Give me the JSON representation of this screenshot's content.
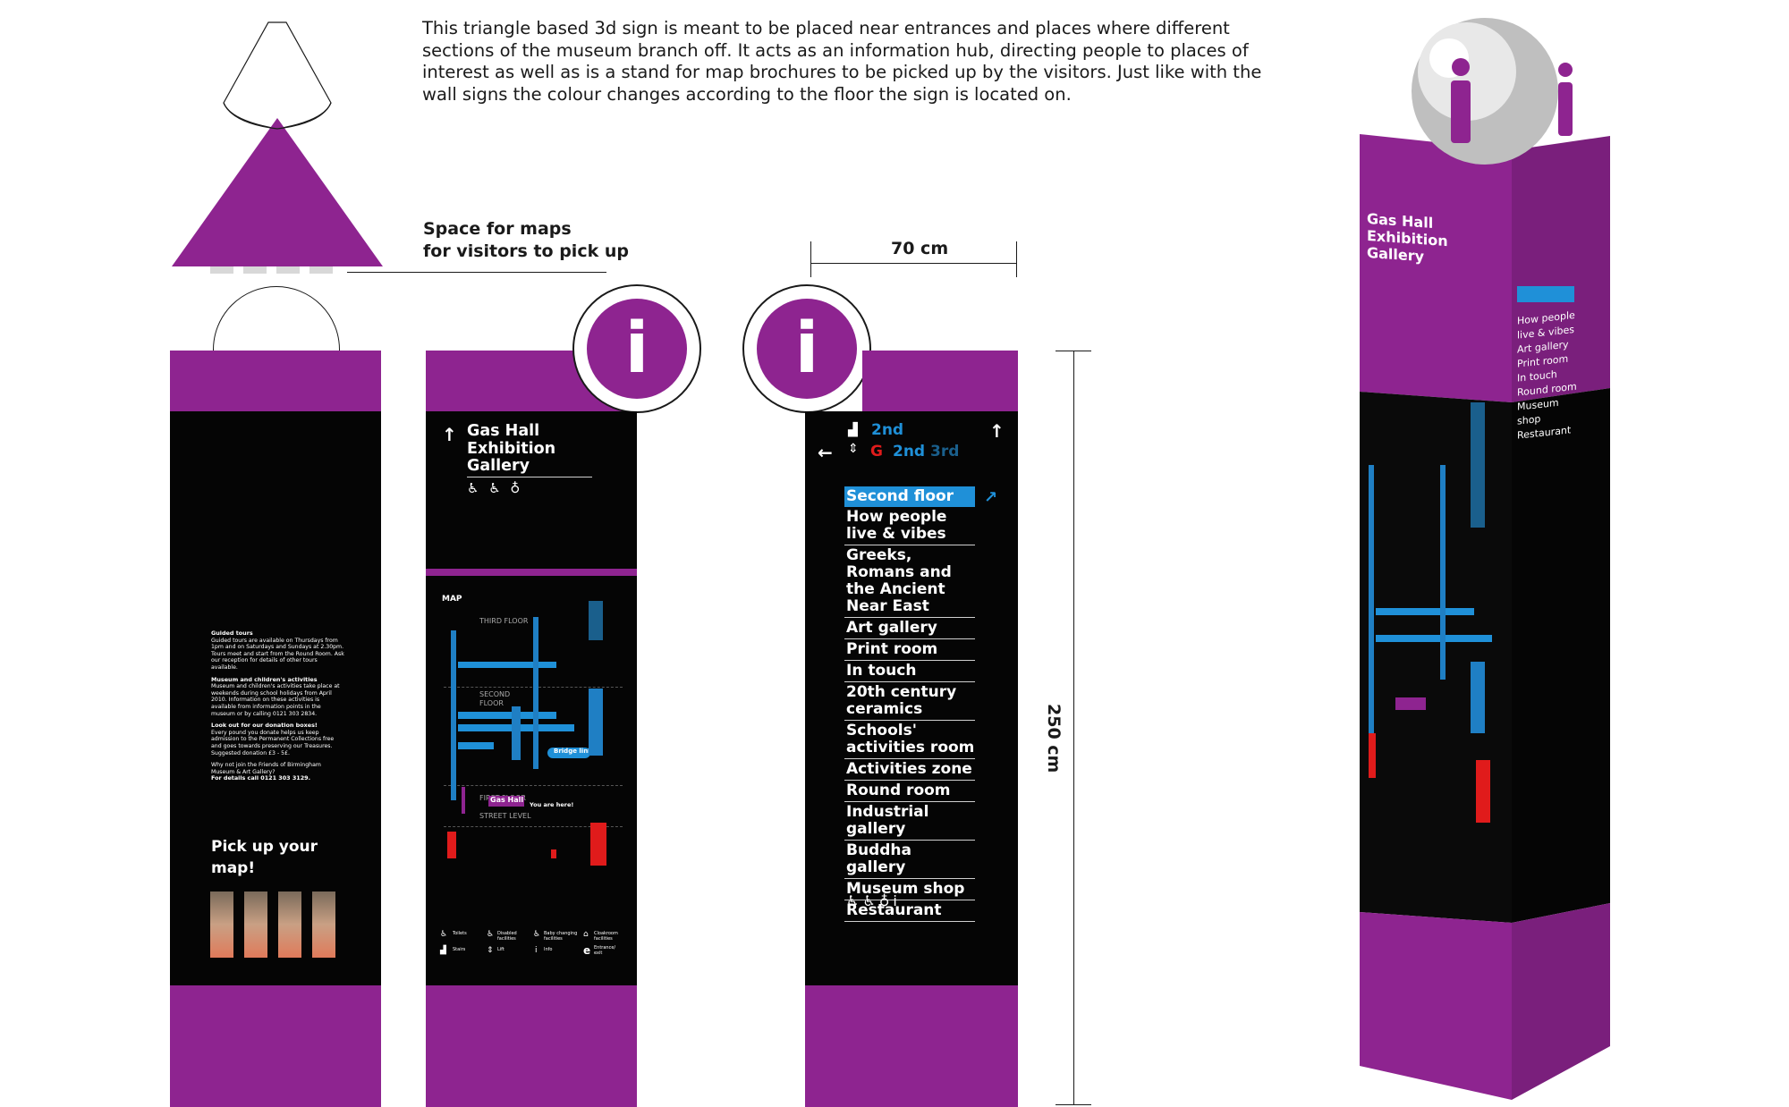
{
  "description": "This triangle based 3d sign is meant to be placed near entrances and places where different sections of the museum branch off. It acts as an information hub, directing people to places of interest as well as is a stand for map brochures to be picked up by the visitors. Just like with the wall signs the colour changes according to the floor the sign is located on.",
  "maps_label_line1": "Space for maps",
  "maps_label_line2": "for visitors to pick up",
  "width_label": "70 cm",
  "height_label": "250 cm",
  "colors": {
    "purple": "#8e2490",
    "black": "#050505",
    "blue": "#1f90d8",
    "red": "#e01b1b"
  },
  "brochure_panel": {
    "sections": [
      {
        "title": "Guided tours",
        "body": "Guided tours are available on Thursdays from 1pm and on Saturdays and Sundays at 2.30pm. Tours meet and start from the Round Room. Ask our reception for details of other tours available."
      },
      {
        "title": "Museum and children's activities",
        "body": "Museum and children's activities take place at weekends during school holidays from April 2010. Information on these activities is available from information points in the museum or by calling 0121 303 2834."
      },
      {
        "title": "Look out for our donation boxes!",
        "body": "Every pound you donate helps us keep admission to the Permanent Collections free and goes towards preserving our Treasures. Suggested donation £3 - 5£."
      },
      {
        "title": "",
        "body": "Why not join the Friends of Birmingham Museum & Art Gallery?"
      },
      {
        "title": "For details call 0121 303 3129.",
        "body": ""
      }
    ],
    "pickup_line1": "Pick up your",
    "pickup_line2": "map!"
  },
  "map_panel": {
    "heading_line1": "Gas Hall",
    "heading_line2": "Exhibition",
    "heading_line3": "Gallery",
    "facility_icons": "♿ ♿ ♁",
    "map_label": "MAP",
    "third_floor": "THIRD FLOOR",
    "second_floor_l1": "SECOND",
    "second_floor_l2": "FLOOR",
    "first_floor": "FIRST FLOOR",
    "street_level": "STREET LEVEL",
    "gas_hall": "Gas Hall",
    "you_are_here": "You are here!",
    "bridge_link": "Bridge link",
    "legend": [
      {
        "icon": "♿",
        "label": "Toilets"
      },
      {
        "icon": "♿",
        "label": "Disabled facilities"
      },
      {
        "icon": "♿",
        "label": "Baby changing facilities"
      },
      {
        "icon": "⌂",
        "label": "Cloakroom facilities"
      },
      {
        "icon": "▟",
        "label": "Stairs"
      },
      {
        "icon": "⇕",
        "label": "Lift"
      },
      {
        "icon": "i",
        "label": "Info"
      },
      {
        "icon": "e",
        "label": "Entrance/ exit"
      }
    ]
  },
  "directory_panel": {
    "floor_current": "2nd",
    "floor_g": "G",
    "floor_2nd": "2nd",
    "floor_3rd": "3rd",
    "items": [
      "Second floor",
      "How people live & vibes",
      "Greeks, Romans and the Ancient Near East",
      "Art gallery",
      "Print room",
      "In touch",
      "20th century ceramics",
      "Schools' activities room",
      "Activities zone",
      "Round room",
      "Industrial gallery",
      "Buddha gallery",
      "Museum shop",
      "Restaurant"
    ]
  },
  "info_symbol": "i"
}
